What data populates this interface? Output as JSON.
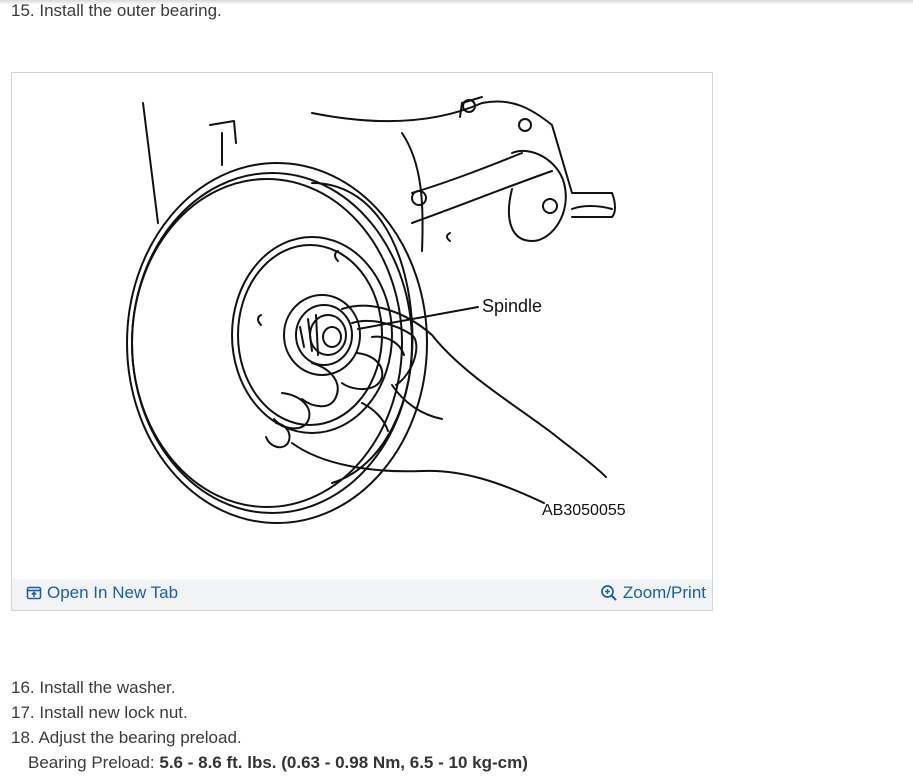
{
  "steps_before": [
    {
      "number": "15.",
      "text": "Install the outer bearing."
    }
  ],
  "figure": {
    "callout_label": "Spindle",
    "figure_code": "AB3050055",
    "open_new_tab_label": "Open In New Tab",
    "zoom_print_label": "Zoom/Print",
    "open_icon": "open-in-new-tab-icon",
    "zoom_icon": "magnifier-zoom-icon",
    "link_color": "#1a5fa8"
  },
  "steps_after": [
    {
      "number": "16.",
      "text": "Install the washer."
    },
    {
      "number": "17.",
      "text": "Install new lock nut."
    },
    {
      "number": "18.",
      "text": "Adjust the bearing preload."
    }
  ],
  "spec": {
    "label": "Bearing Preload:",
    "value": "5.6 - 8.6 ft. lbs. (0.63 - 0.98 Nm, 6.5 - 10 kg-cm)"
  }
}
